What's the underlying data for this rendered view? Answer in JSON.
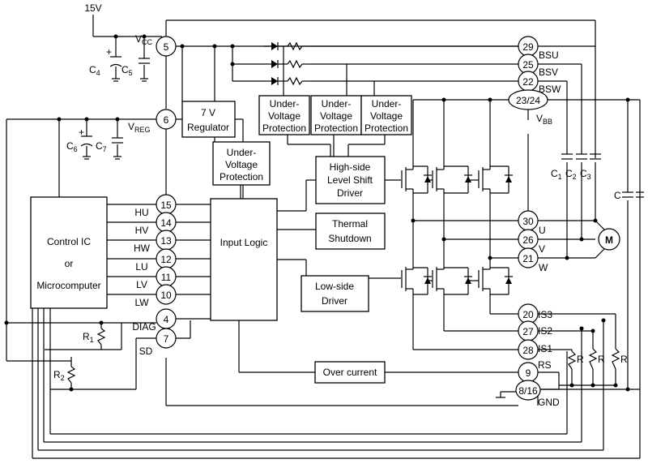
{
  "supply": {
    "voltage": "15V",
    "vcc": "V",
    "vcc_sub": "CC",
    "vreg": "V",
    "vreg_sub": "REG",
    "vbb": "V",
    "vbb_sub": "BB"
  },
  "caps": {
    "c4": "C",
    "c4_sub": "4",
    "c5": "C",
    "c5_sub": "5",
    "c6": "C",
    "c6_sub": "6",
    "c7": "C",
    "c7_sub": "7",
    "c1": "C",
    "c1_sub": "1",
    "c2": "C",
    "c2_sub": "2",
    "c3": "C",
    "c3_sub": "3",
    "c": "C",
    "plus": "+"
  },
  "resistors": {
    "r1": "R",
    "r1_sub": "1",
    "r2": "R",
    "r2_sub": "2",
    "r": "R"
  },
  "blocks": {
    "controller": [
      "Control IC",
      "or",
      "Microcomputer"
    ],
    "regulator": [
      "7 V",
      "Regulator"
    ],
    "uvp_low": [
      "Under-",
      "Voltage",
      "Protection"
    ],
    "uvp_u": [
      "Under-",
      "Voltage",
      "Protection"
    ],
    "uvp_v": [
      "Under-",
      "Voltage",
      "Protection"
    ],
    "uvp_w": [
      "Under-",
      "Voltage",
      "Protection"
    ],
    "input_logic": "Input Logic",
    "hs_driver": [
      "High-side",
      "Level Shift",
      "Driver"
    ],
    "thermal": [
      "Thermal",
      "Shutdown"
    ],
    "ls_driver": [
      "Low-side",
      "Driver"
    ],
    "over_current": "Over current",
    "motor": "M"
  },
  "left_pins": [
    {
      "num": "5",
      "label": ""
    },
    {
      "num": "6",
      "label": ""
    },
    {
      "num": "15",
      "label": "HU"
    },
    {
      "num": "14",
      "label": "HV"
    },
    {
      "num": "13",
      "label": "HW"
    },
    {
      "num": "12",
      "label": "LU"
    },
    {
      "num": "11",
      "label": "LV"
    },
    {
      "num": "10",
      "label": "LW"
    },
    {
      "num": "4",
      "label": "DIAG"
    },
    {
      "num": "7",
      "label": "SD"
    }
  ],
  "right_pins": [
    {
      "num": "29",
      "label": "BSU"
    },
    {
      "num": "25",
      "label": "BSV"
    },
    {
      "num": "22",
      "label": "BSW"
    },
    {
      "num": "23/24",
      "label": ""
    },
    {
      "num": "30",
      "label": "U"
    },
    {
      "num": "26",
      "label": "V"
    },
    {
      "num": "21",
      "label": "W"
    },
    {
      "num": "20",
      "label": "IS3"
    },
    {
      "num": "27",
      "label": "IS2"
    },
    {
      "num": "28",
      "label": "IS1"
    },
    {
      "num": "9",
      "label": "RS"
    },
    {
      "num": "8/16",
      "label": "GND"
    }
  ]
}
